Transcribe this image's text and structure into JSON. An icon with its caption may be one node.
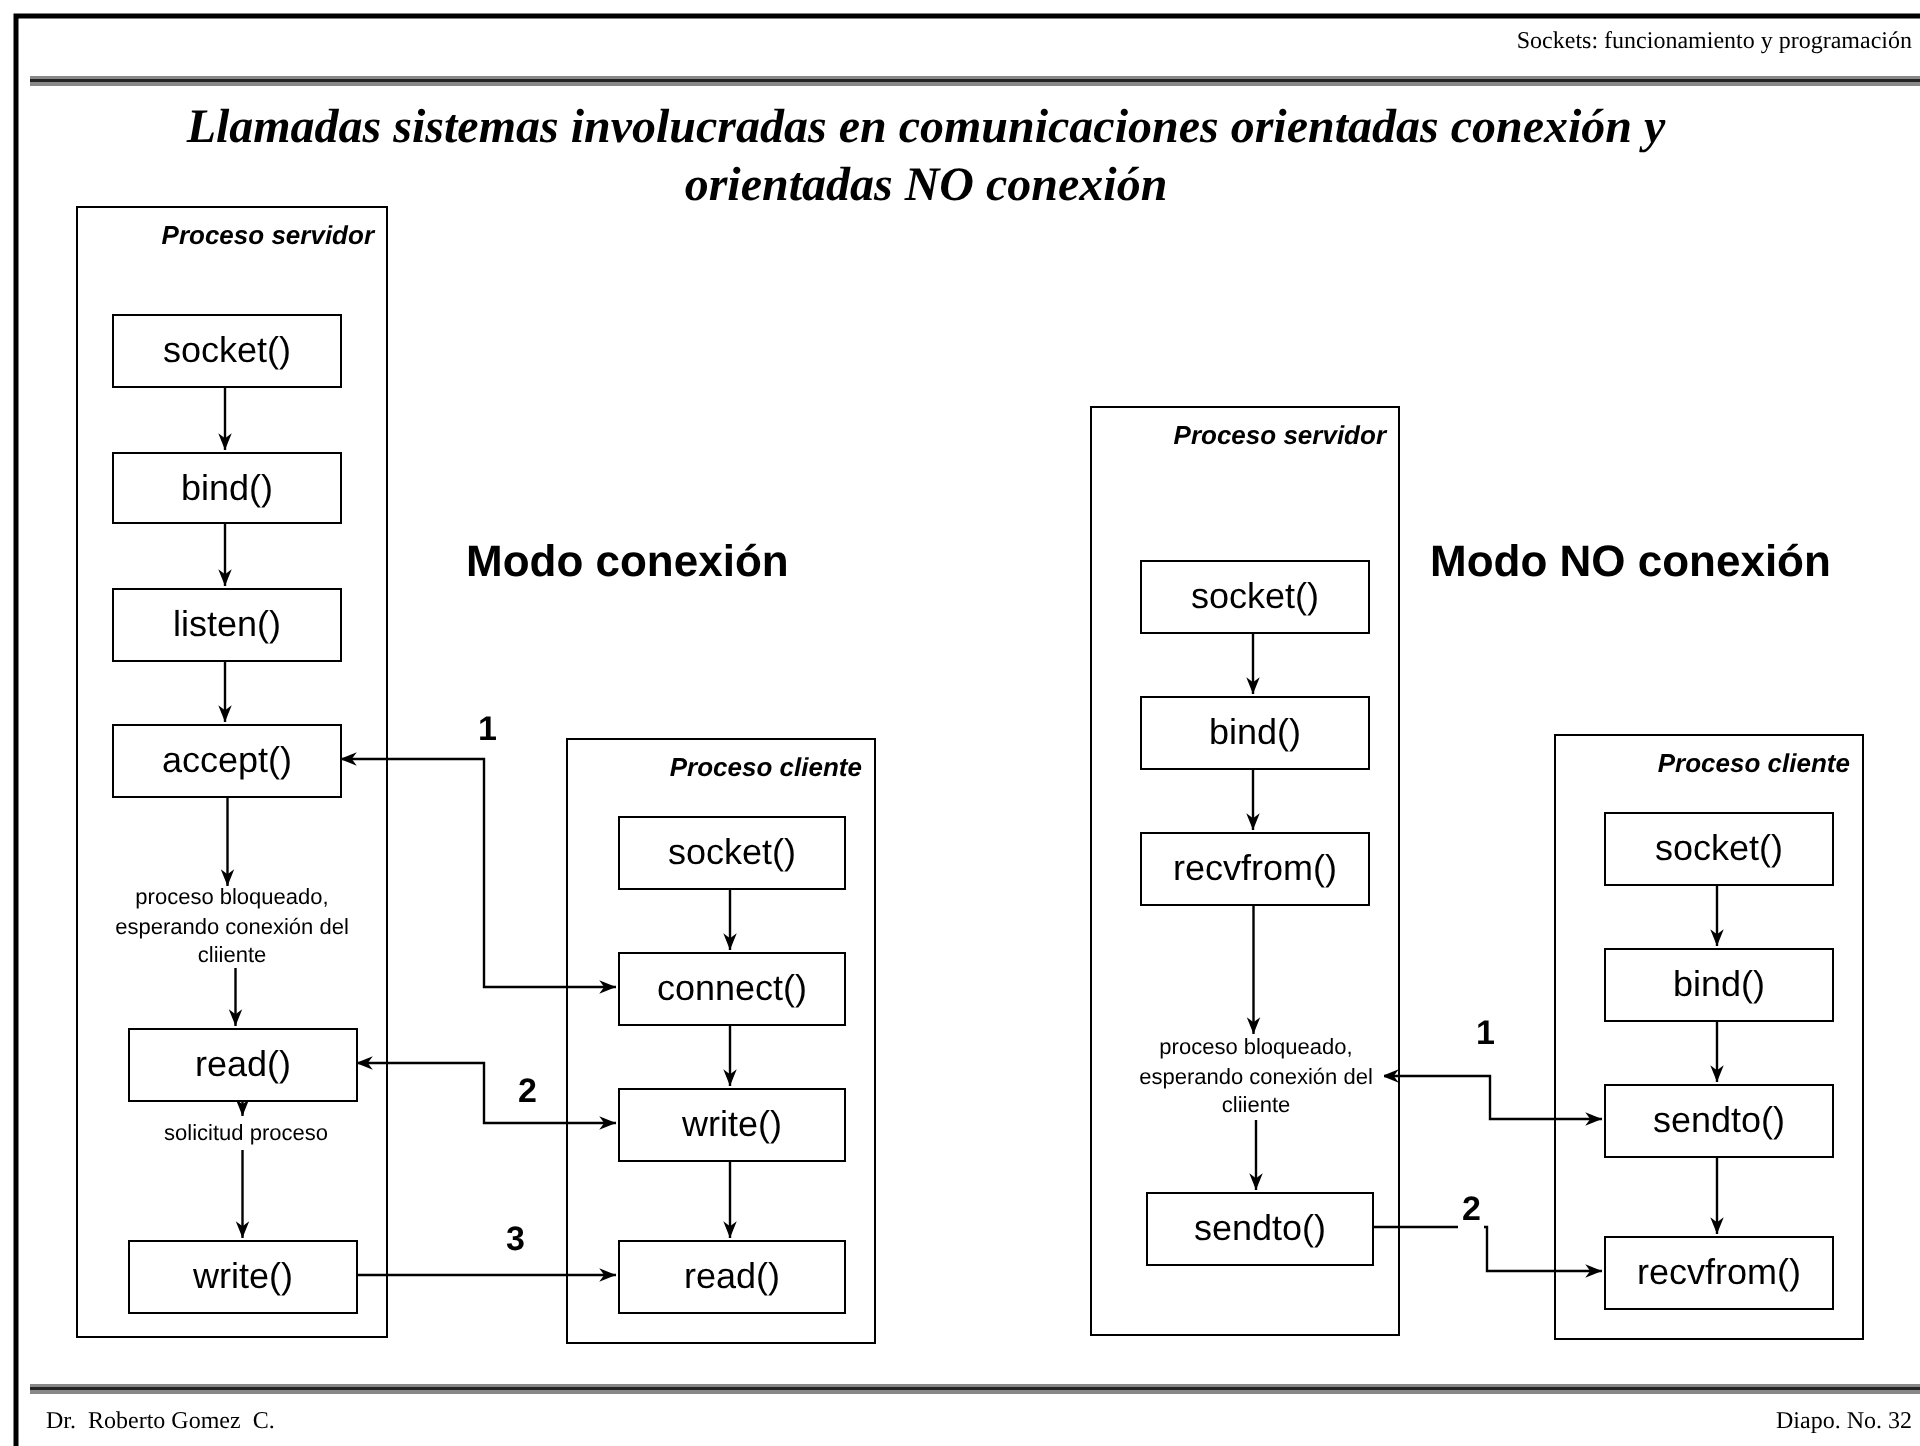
{
  "diagram": {
    "title": "Llamadas sistemas involucradas en comunicaciones orientadas conexión y orientadas NO conexión",
    "nodes": [
      {
        "text": [
          "Proceso servidor"
        ]
      },
      {
        "text": [
          "socket()"
        ],
        "in": 0
      },
      {
        "text": [
          "bind()"
        ],
        "in": 0
      },
      {
        "text": [
          "listen()"
        ],
        "in": 0
      },
      {
        "text": [
          "accept()"
        ],
        "in": 0
      },
      {
        "text": [
          "proceso bloqueado, esperando conexión del cliiente"
        ],
        "in": 0
      },
      {
        "text": [
          "read()"
        ],
        "in": 0
      },
      {
        "text": [
          "solicitud proceso"
        ],
        "in": 0
      },
      {
        "text": [
          "write()"
        ],
        "in": 0
      },
      {
        "text": [
          "Proceso cliente"
        ]
      },
      {
        "text": [
          "socket()"
        ],
        "in": 9
      },
      {
        "text": [
          "connect()"
        ],
        "in": 9
      },
      {
        "text": [
          "write()"
        ],
        "in": 9
      },
      {
        "text": [
          "read()"
        ],
        "in": 9
      },
      {
        "text": [
          "Proceso servidor"
        ]
      },
      {
        "text": [
          "socket()"
        ],
        "in": 14
      },
      {
        "text": [
          "bind()"
        ],
        "in": 14
      },
      {
        "text": [
          "recvfrom()"
        ],
        "in": 14
      },
      {
        "text": [
          "proceso bloqueado, esperando conexión del cliiente"
        ],
        "in": 14
      },
      {
        "text": [
          "sendto()"
        ],
        "in": 14
      },
      {
        "text": [
          "Proceso cliente"
        ]
      },
      {
        "text": [
          "socket()"
        ],
        "in": 20
      },
      {
        "text": [
          "bind()"
        ],
        "in": 20
      },
      {
        "text": [
          "sendto()"
        ],
        "in": 20
      },
      {
        "text": [
          "recvfrom()"
        ],
        "in": 20
      }
    ],
    "edges": [
      {
        "from": 1,
        "to": 2,
        "arrow": "to"
      },
      {
        "from": 2,
        "to": 3,
        "arrow": "to"
      },
      {
        "from": 3,
        "to": 4,
        "arrow": "to"
      },
      {
        "from": 4,
        "to": 5,
        "arrow": "to"
      },
      {
        "from": 5,
        "to": 6,
        "arrow": "to"
      },
      {
        "from": 6,
        "to": 7,
        "arrow": "to"
      },
      {
        "from": 7,
        "to": 8,
        "arrow": "to"
      },
      {
        "from": 10,
        "to": 11,
        "arrow": "to"
      },
      {
        "from": 11,
        "to": 12,
        "arrow": "to"
      },
      {
        "from": 12,
        "to": 13,
        "arrow": "to"
      },
      {
        "from": 4,
        "to": 11,
        "arrow": "both",
        "label": "1"
      },
      {
        "from": 6,
        "to": 12,
        "arrow": "both",
        "label": "2"
      },
      {
        "from": 8,
        "to": 13,
        "arrow": "to",
        "label": "3"
      },
      {
        "from": 15,
        "to": 16,
        "arrow": "to"
      },
      {
        "from": 16,
        "to": 17,
        "arrow": "to"
      },
      {
        "from": 17,
        "to": 18,
        "arrow": "to"
      },
      {
        "from": 18,
        "to": 19,
        "arrow": "to"
      },
      {
        "from": 21,
        "to": 22,
        "arrow": "to"
      },
      {
        "from": 22,
        "to": 23,
        "arrow": "to"
      },
      {
        "from": 23,
        "to": 24,
        "arrow": "to"
      },
      {
        "from": 18,
        "to": 23,
        "arrow": "both",
        "label": "1"
      },
      {
        "from": 19,
        "to": 24,
        "arrow": "to",
        "label": "2"
      }
    ],
    "labels": [
      "Sockets: funcionamiento y programación",
      "Modo conexión",
      "Modo NO conexión",
      "Dr.  Roberto Gomez  C.",
      "Diapo. No. 32"
    ]
  }
}
